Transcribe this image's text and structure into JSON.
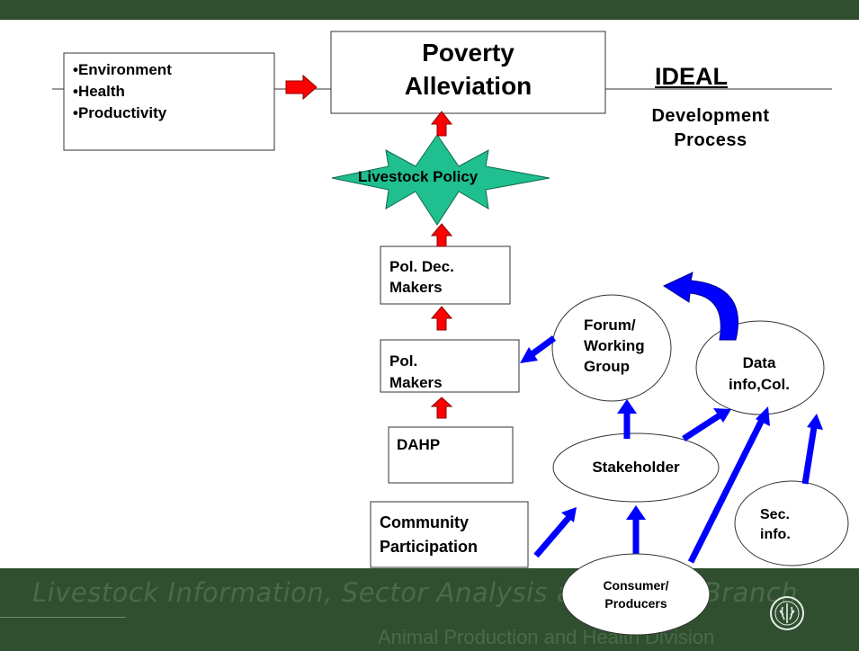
{
  "header": {
    "ideal_label": "IDEAL",
    "process_label": "Development\nProcess"
  },
  "nodes": {
    "factors": [
      "•Environment",
      "•Health",
      "•Productivity"
    ],
    "poverty": "Poverty\nAlleviation",
    "policy": "Livestock Policy",
    "pol_dec_makers": "Pol. Dec.\nMakers",
    "pol_makers": "Pol.\nMakers",
    "dahp": "DAHP",
    "community": "Community\nParticipation",
    "forum": "Forum/\nWorking\nGroup",
    "data_info": "Data\ninfo,Col.",
    "stakeholder": "Stakeholder",
    "sec_info": "Sec.\ninfo.",
    "consumer": "Consumer/\nProducers"
  },
  "footer": {
    "title": "Livestock Information, Sector Analysis and Policy Branch",
    "division": "Animal Production and Health Division",
    "logo_icon": "fao-logo-icon"
  },
  "colors": {
    "band": "#2f4f2f",
    "policy_fill": "#1fbf8f",
    "red_arrow": "#ff0000",
    "blue_arrow": "#0000ff"
  }
}
